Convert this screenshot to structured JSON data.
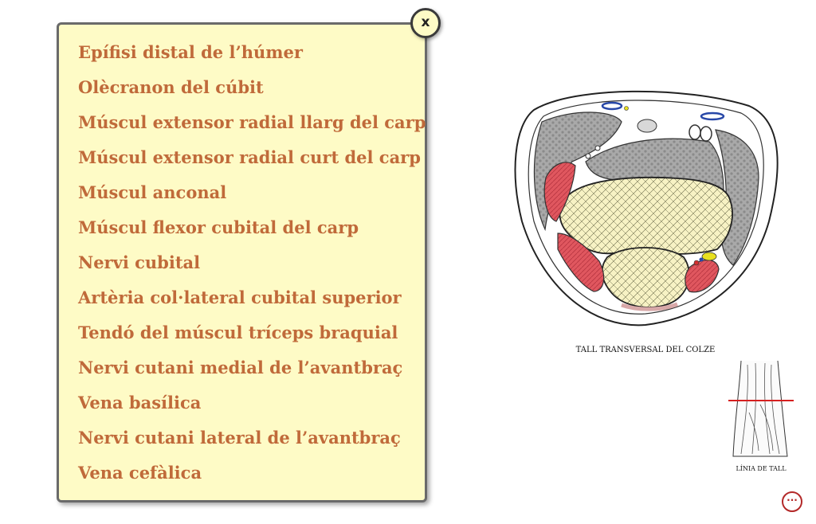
{
  "legend": {
    "items": [
      "Epífisi distal de l’húmer",
      "Olècranon del cúbit",
      "Múscul extensor radial llarg del carp",
      "Múscul extensor radial curt del carp",
      "Múscul anconal",
      "Múscul flexor cubital del carp",
      "Nervi cubital",
      "Artèria col·lateral cubital superior",
      "Tendó del múscul tríceps braquial",
      "Nervi cutani medial de l’avantbraç",
      "Vena basílica",
      "Nervi cutani lateral de l’avantbraç",
      "Vena cefàlica"
    ]
  },
  "close_button": {
    "label": "x",
    "icon": "close-icon"
  },
  "figure": {
    "caption": "TALL TRANSVERSAL DEL COLZE",
    "cut_caption": "LÍNIA DE TALL",
    "colors": {
      "bone": "#f7f2c4",
      "muscle": "#a9a9a9",
      "red_muscle": "#e0575f",
      "vein": "#2848a8",
      "nerve": "#e8e020",
      "cut_line": "#d62020"
    }
  },
  "more_button": {
    "label": "···",
    "icon": "more-dots-icon"
  }
}
